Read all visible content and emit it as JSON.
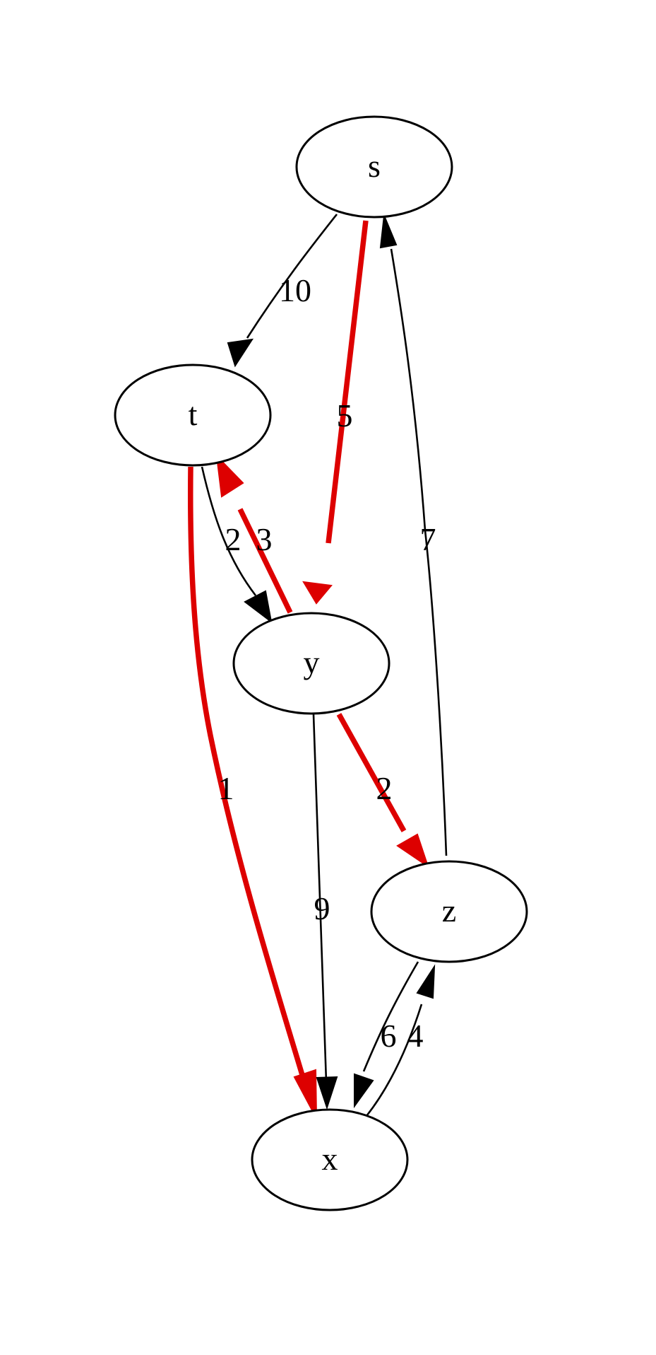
{
  "diagram": {
    "nodes": [
      {
        "id": "s",
        "label": "s"
      },
      {
        "id": "t",
        "label": "t"
      },
      {
        "id": "y",
        "label": "y"
      },
      {
        "id": "z",
        "label": "z"
      },
      {
        "id": "x",
        "label": "x"
      }
    ],
    "edges": [
      {
        "id": "s-t",
        "from": "s",
        "to": "t",
        "weight": "10",
        "highlighted": false
      },
      {
        "id": "s-y",
        "from": "s",
        "to": "y",
        "weight": "5",
        "highlighted": true
      },
      {
        "id": "t-y",
        "from": "t",
        "to": "y",
        "weight": "2",
        "highlighted": false
      },
      {
        "id": "y-t",
        "from": "y",
        "to": "t",
        "weight": "3",
        "highlighted": true
      },
      {
        "id": "t-x",
        "from": "t",
        "to": "x",
        "weight": "1",
        "highlighted": true
      },
      {
        "id": "y-z",
        "from": "y",
        "to": "z",
        "weight": "2",
        "highlighted": true
      },
      {
        "id": "y-x",
        "from": "y",
        "to": "x",
        "weight": "9",
        "highlighted": false
      },
      {
        "id": "z-s",
        "from": "z",
        "to": "s",
        "weight": "7",
        "highlighted": false
      },
      {
        "id": "z-x",
        "from": "z",
        "to": "x",
        "weight": "6",
        "highlighted": false
      },
      {
        "id": "x-z",
        "from": "x",
        "to": "z",
        "weight": "4",
        "highlighted": false
      }
    ],
    "colors": {
      "highlight": "#dd0000",
      "normal": "#000000"
    }
  }
}
